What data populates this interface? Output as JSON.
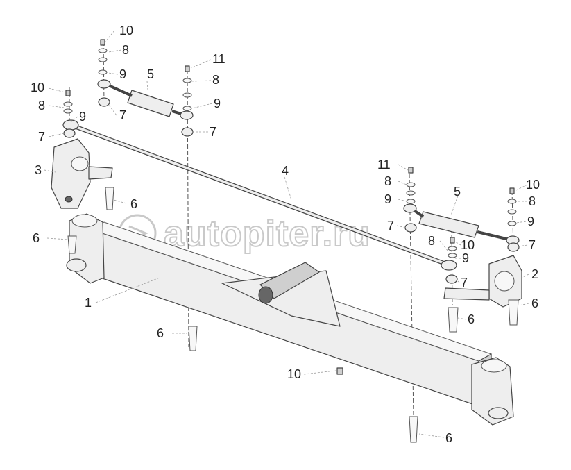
{
  "watermark": {
    "text": "autopiter.ru"
  },
  "callouts": [
    {
      "id": "c1",
      "label": "1"
    },
    {
      "id": "c2",
      "label": "2"
    },
    {
      "id": "c3",
      "label": "3"
    },
    {
      "id": "c4",
      "label": "4"
    },
    {
      "id": "c5a",
      "label": "5"
    },
    {
      "id": "c5b",
      "label": "5"
    },
    {
      "id": "c6a",
      "label": "6"
    },
    {
      "id": "c6b",
      "label": "6"
    },
    {
      "id": "c6c",
      "label": "6"
    },
    {
      "id": "c6d",
      "label": "6"
    },
    {
      "id": "c6e",
      "label": "6"
    },
    {
      "id": "c6f",
      "label": "6"
    },
    {
      "id": "c7a",
      "label": "7"
    },
    {
      "id": "c7b",
      "label": "7"
    },
    {
      "id": "c7c",
      "label": "7"
    },
    {
      "id": "c7d",
      "label": "7"
    },
    {
      "id": "c7e",
      "label": "7"
    },
    {
      "id": "c7f",
      "label": "7"
    },
    {
      "id": "c8a",
      "label": "8"
    },
    {
      "id": "c8b",
      "label": "8"
    },
    {
      "id": "c8c",
      "label": "8"
    },
    {
      "id": "c8d",
      "label": "8"
    },
    {
      "id": "c8e",
      "label": "8"
    },
    {
      "id": "c8f",
      "label": "8"
    },
    {
      "id": "c9a",
      "label": "9"
    },
    {
      "id": "c9b",
      "label": "9"
    },
    {
      "id": "c9c",
      "label": "9"
    },
    {
      "id": "c9d",
      "label": "9"
    },
    {
      "id": "c9e",
      "label": "9"
    },
    {
      "id": "c9f",
      "label": "9"
    },
    {
      "id": "c10a",
      "label": "10"
    },
    {
      "id": "c10b",
      "label": "10"
    },
    {
      "id": "c10c",
      "label": "10"
    },
    {
      "id": "c10d",
      "label": "10"
    },
    {
      "id": "c10e",
      "label": "10"
    },
    {
      "id": "c11a",
      "label": "11"
    },
    {
      "id": "c11b",
      "label": "11"
    }
  ]
}
